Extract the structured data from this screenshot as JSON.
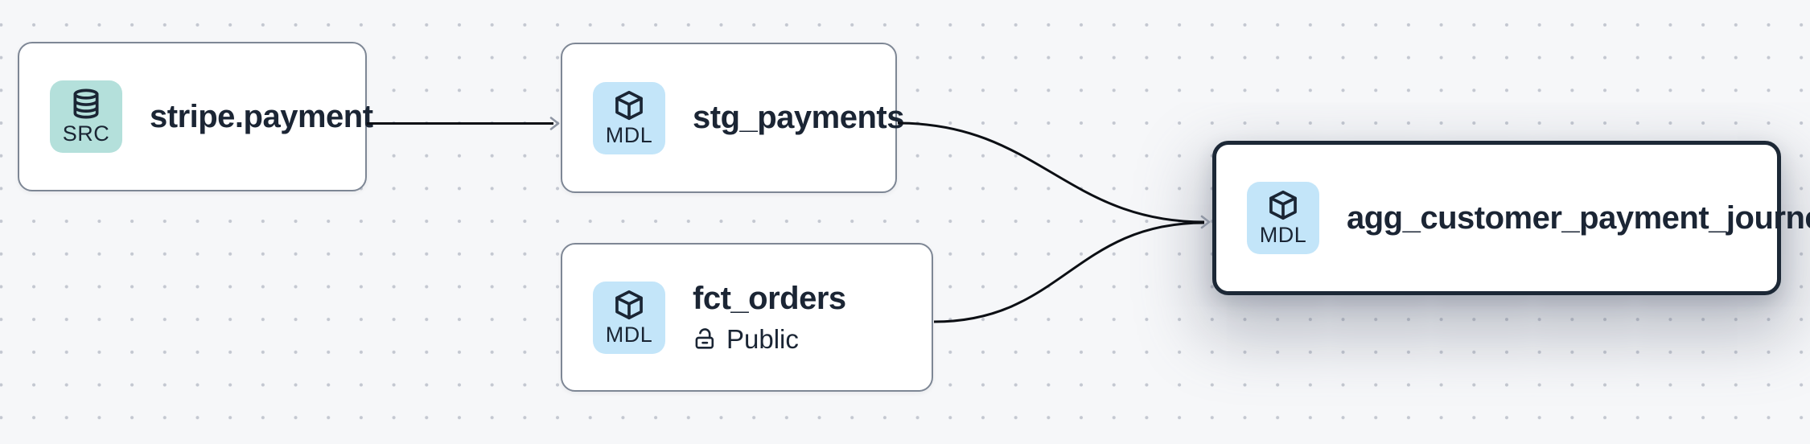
{
  "graph": {
    "nodes": [
      {
        "id": "stripe.payment",
        "title": "stripe.payment",
        "badge": {
          "label": "SRC",
          "icon": "database-icon",
          "bg": "#b4e0db"
        },
        "selected": false
      },
      {
        "id": "stg_payments",
        "title": "stg_payments",
        "badge": {
          "label": "MDL",
          "icon": "cube-icon",
          "bg": "#c3e5f9"
        },
        "selected": false
      },
      {
        "id": "fct_orders",
        "title": "fct_orders",
        "badge": {
          "label": "MDL",
          "icon": "cube-icon",
          "bg": "#c3e5f9"
        },
        "access": {
          "icon": "unlock-icon",
          "label": "Public"
        },
        "selected": false
      },
      {
        "id": "agg_customer_payment_journey",
        "title": "agg_customer_payment_journey",
        "badge": {
          "label": "MDL",
          "icon": "cube-icon",
          "bg": "#c3e5f9"
        },
        "selected": true
      }
    ],
    "edges": [
      {
        "source": "stripe.payment",
        "target": "stg_payments"
      },
      {
        "source": "stg_payments",
        "target": "agg_customer_payment_journey"
      },
      {
        "source": "fct_orders",
        "target": "agg_customer_payment_journey"
      }
    ]
  },
  "colors": {
    "background": "#f6f7f9",
    "grid_dot": "#c4c8d1",
    "node_background": "#ffffff",
    "node_border": "#7e8795",
    "selected_node_border": "#1c2836",
    "edge": "#0c0f14",
    "arrowhead": "#8f96a4",
    "badge_teal": "#b4e0db",
    "badge_blue": "#c3e5f9",
    "text": "#1b2534"
  }
}
